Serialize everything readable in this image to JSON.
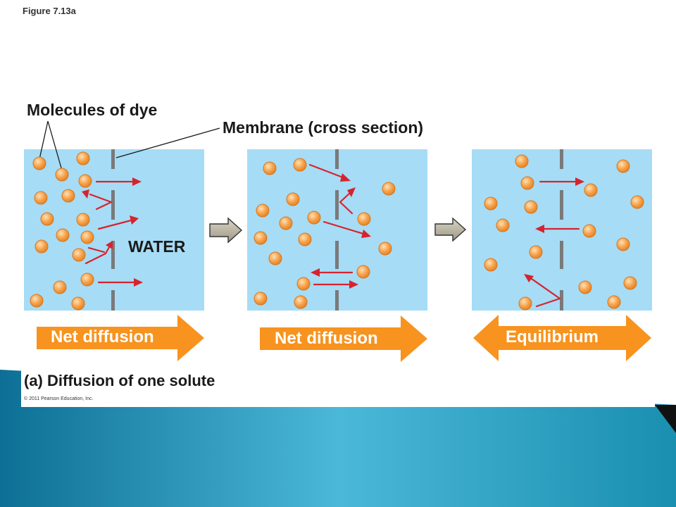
{
  "figure_label": "Figure 7.13a",
  "labels": {
    "molecules": "Molecules of dye",
    "membrane": "Membrane (cross section)",
    "water": "WATER",
    "caption": "(a) Diffusion of one solute",
    "copyright": "© 2011 Pearson Education, Inc."
  },
  "stages": [
    {
      "arrow_label": "Net diffusion",
      "arrow_direction": "right"
    },
    {
      "arrow_label": "Net diffusion",
      "arrow_direction": "right"
    },
    {
      "arrow_label": "Equilibrium",
      "arrow_direction": "both"
    }
  ],
  "colors": {
    "water": "#a6dcf5",
    "membrane": "#7a7a7a",
    "molecule": "#f7a24a",
    "molecule_edge": "#d9771f",
    "motion_arrow": "#d6242e",
    "diffusion_arrow": "#f7931e",
    "step_arrow": "#b5b0a0",
    "slide_teal": "#1a8fb0"
  }
}
